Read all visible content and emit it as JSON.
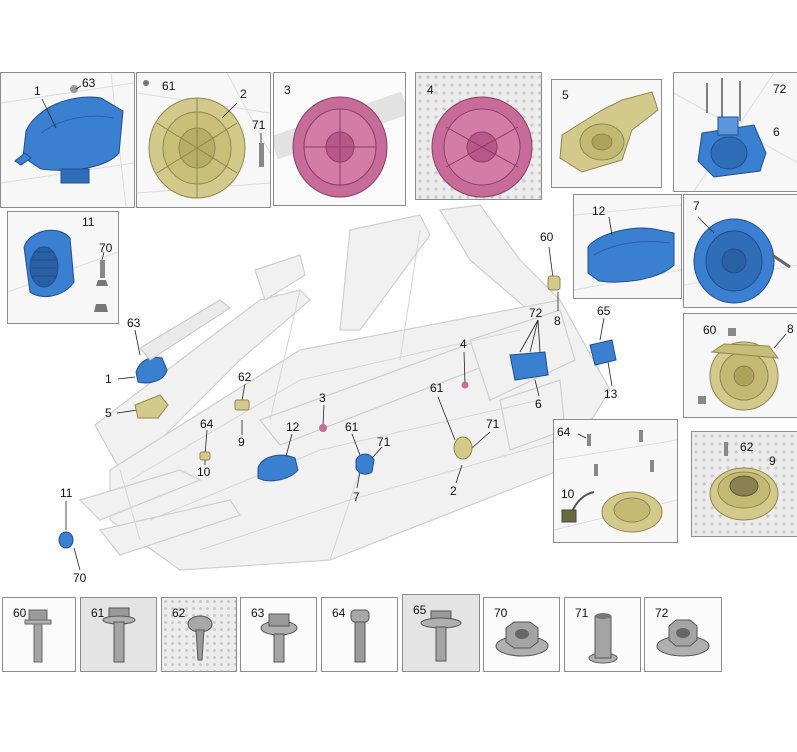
{
  "diagram": {
    "panels": [
      {
        "id": "p1",
        "labels": [
          "1",
          "63"
        ]
      },
      {
        "id": "p2",
        "labels": [
          "61",
          "2",
          "71"
        ]
      },
      {
        "id": "p3",
        "labels": [
          "3"
        ]
      },
      {
        "id": "p4",
        "labels": [
          "4"
        ]
      },
      {
        "id": "p5",
        "labels": [
          "5"
        ]
      },
      {
        "id": "p6",
        "labels": [
          "72",
          "6"
        ]
      },
      {
        "id": "p11",
        "labels": [
          "11",
          "70"
        ]
      },
      {
        "id": "p12",
        "labels": [
          "12"
        ]
      },
      {
        "id": "p7",
        "labels": [
          "7"
        ]
      },
      {
        "id": "p8",
        "labels": [
          "60",
          "8"
        ]
      },
      {
        "id": "p10",
        "labels": [
          "64",
          "10"
        ]
      },
      {
        "id": "p9",
        "labels": [
          "62",
          "9"
        ]
      }
    ],
    "main_callouts": [
      "63",
      "1",
      "5",
      "62",
      "9",
      "64",
      "10",
      "3",
      "12",
      "61",
      "71",
      "7",
      "4",
      "61",
      "71",
      "2",
      "60",
      "8",
      "72",
      "65",
      "6",
      "13",
      "11",
      "70"
    ],
    "hardware": [
      "60",
      "61",
      "62",
      "63",
      "64",
      "65",
      "70",
      "71",
      "72"
    ]
  },
  "colors": {
    "blue": "#3a7fd0",
    "gold": "#d2c98a",
    "pink": "#c76b98",
    "frame": "#d9d9d9"
  }
}
